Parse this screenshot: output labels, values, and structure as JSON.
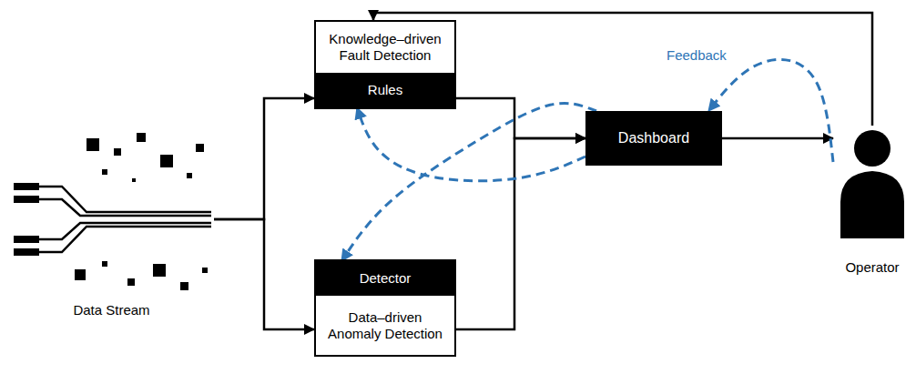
{
  "diagram": {
    "nodes": [
      {
        "text": [
          "Data Stream"
        ]
      },
      {
        "text": [
          "Knowledge–driven Fault Detection"
        ]
      },
      {
        "text": [
          "Rules"
        ],
        "in": 1
      },
      {
        "text": [
          "Data–driven Anomaly Detection"
        ]
      },
      {
        "text": [
          "Detector"
        ],
        "in": 3
      },
      {
        "text": [
          "Dashboard"
        ]
      },
      {
        "text": [
          "Operator"
        ]
      }
    ],
    "edges": [
      {
        "from": 0,
        "to": 1,
        "arrow": "to"
      },
      {
        "from": 0,
        "to": 3,
        "arrow": "to"
      },
      {
        "from": 1,
        "to": 5,
        "arrow": "to"
      },
      {
        "from": 3,
        "to": 5,
        "arrow": "to"
      },
      {
        "from": 5,
        "to": 6,
        "arrow": "to"
      },
      {
        "from": 6,
        "to": 1,
        "arrow": "to"
      },
      {
        "from": 6,
        "to": 5,
        "arrow": "to",
        "label": "Feedback"
      },
      {
        "from": 5,
        "to": 2,
        "arrow": "to"
      },
      {
        "from": 5,
        "to": 4,
        "arrow": "to"
      }
    ]
  }
}
